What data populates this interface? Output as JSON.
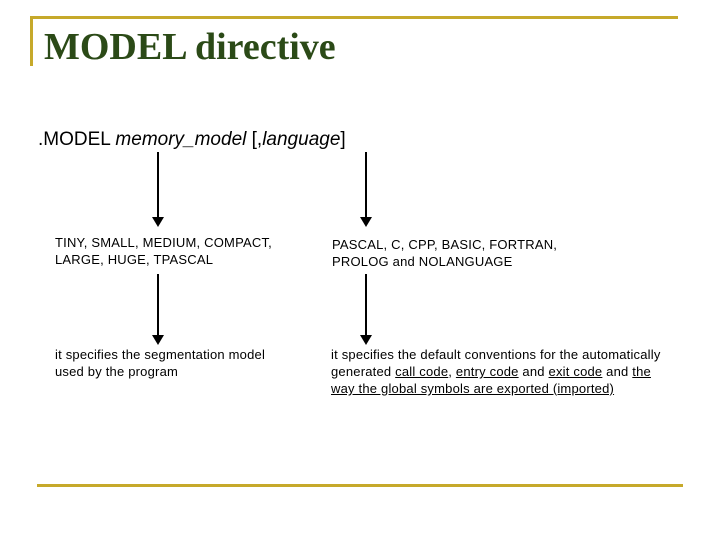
{
  "slide": {
    "title": "MODEL directive",
    "syntax": {
      "prefix": ".MODEL ",
      "memory_model": "memory_model",
      "open": " [,",
      "language": "language",
      "close": "]"
    },
    "memory_model_values": {
      "line1": "TINY, SMALL, MEDIUM, COMPACT,",
      "line2": "LARGE, HUGE, TPASCAL"
    },
    "language_values": {
      "line1": "PASCAL, C, CPP, BASIC, FORTRAN,",
      "line2_pre": "PROLOG",
      "line2_mid": " and ",
      "line2_post": "NOLANGUAGE"
    },
    "memory_model_description": {
      "line1": "it specifies the segmentation model",
      "line2": "used by the program"
    },
    "language_description": {
      "line1": "it specifies the default conventions for the automatically",
      "line2_a": "generated ",
      "line2_b": "call code",
      "line2_c": ", ",
      "line2_d": "entry code",
      "line2_e": " and ",
      "line2_f": "exit code",
      "line2_g": " and ",
      "line2_h": "the",
      "line3": "way the global symbols are exported (imported)"
    }
  }
}
